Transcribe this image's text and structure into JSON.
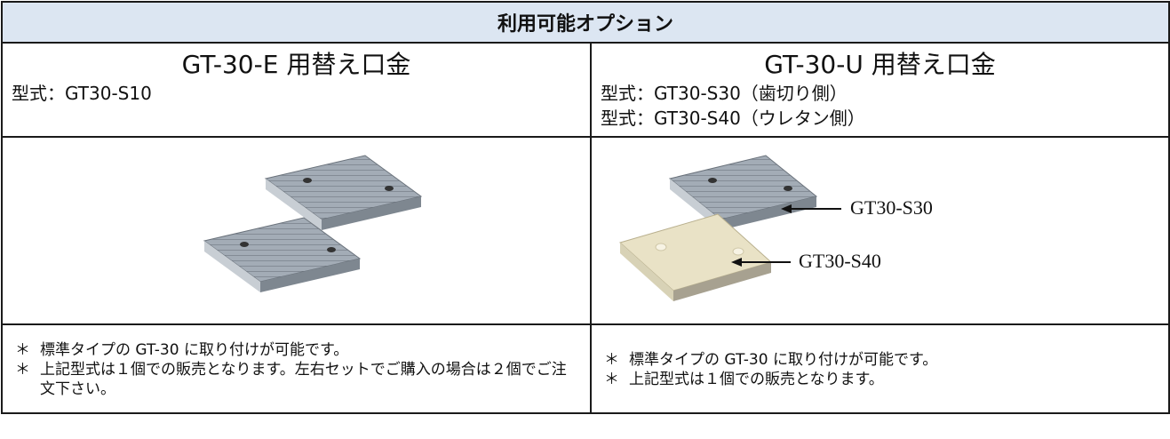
{
  "header": {
    "title": "利用可能オプション"
  },
  "products": [
    {
      "title": "GT-30-E 用替え口金",
      "models": [
        "型式：GT30-S10"
      ],
      "callouts": [],
      "notes": [
        "標準タイプの GT-30 に取り付けが可能です。",
        "上記型式は１個での販売となります。左右セットでご購入の場合は２個でご注文下さい。"
      ]
    },
    {
      "title": "GT-30-U 用替え口金",
      "models": [
        "型式：GT30-S30（歯切り側）",
        "型式：GT30-S40（ウレタン側）"
      ],
      "callouts": [
        "GT30-S30",
        "GT30-S40"
      ],
      "notes": [
        "標準タイプの GT-30 に取り付けが可能です。",
        "上記型式は１個での販売となります。"
      ]
    }
  ],
  "bullet_symbol": "＊",
  "colors": {
    "header_bg": "#dce6f2",
    "border": "#1a1a1a",
    "metal": "#9aa3ad",
    "urethane": "#e9e2c6"
  }
}
